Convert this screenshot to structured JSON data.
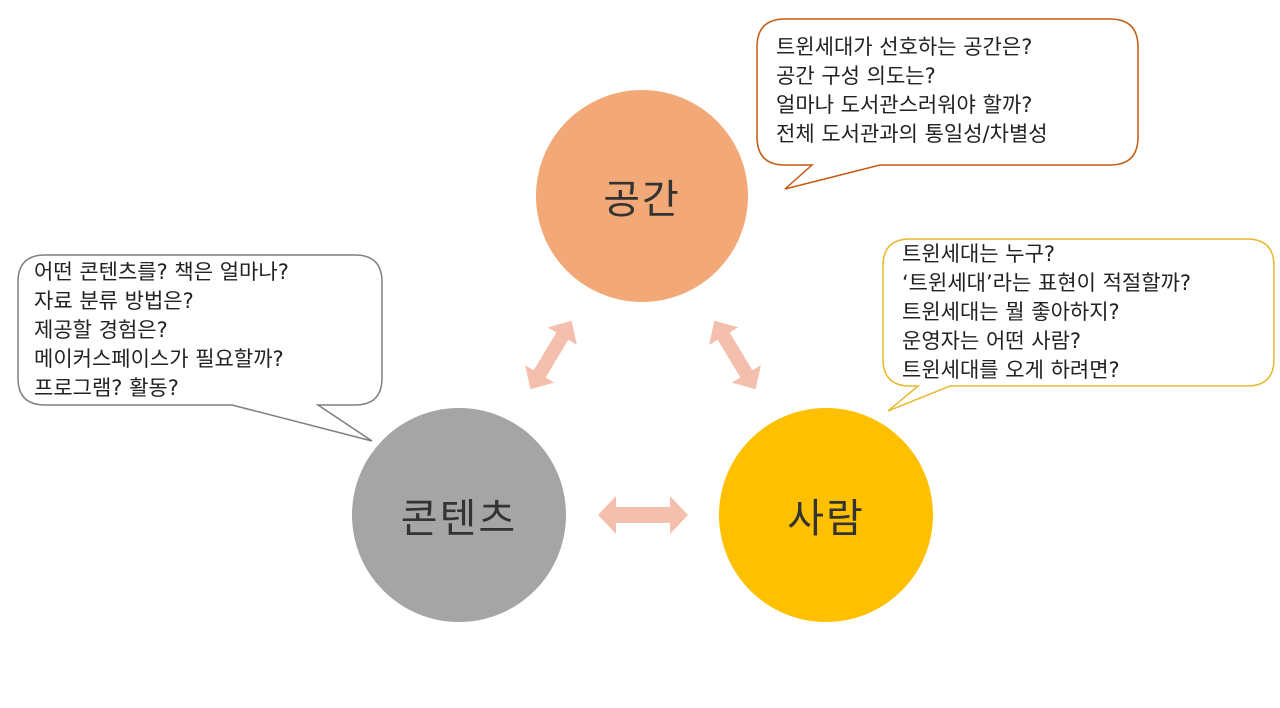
{
  "nodes": {
    "space": {
      "label": "공간",
      "color": "#F2A877"
    },
    "people": {
      "label": "사람",
      "color": "#FFC000"
    },
    "content": {
      "label": "콘텐츠",
      "color": "#A5A5A5"
    }
  },
  "arrow_color": "#F4C0AD",
  "bubbles": {
    "space": {
      "border_color": "#C55A11",
      "lines": [
        "트윈세대가 선호하는 공간은?",
        "공간 구성 의도는?",
        "얼마나 도서관스러워야 할까?",
        "전체 도서관과의 통일성/차별성"
      ]
    },
    "people": {
      "border_color": "#E8B830",
      "lines": [
        "트윈세대는 누구?",
        "‘트윈세대’라는 표현이 적절할까?",
        "트윈세대는 뭘 좋아하지?",
        "운영자는 어떤 사람?",
        "트윈세대를 오게 하려면?"
      ]
    },
    "content": {
      "border_color": "#7F7F7F",
      "lines": [
        "어떤 콘텐츠를? 책은 얼마나?",
        "자료 분류 방법은?",
        "제공할 경험은?",
        "메이커스페이스가 필요할까?",
        "프로그램? 활동?"
      ]
    }
  }
}
